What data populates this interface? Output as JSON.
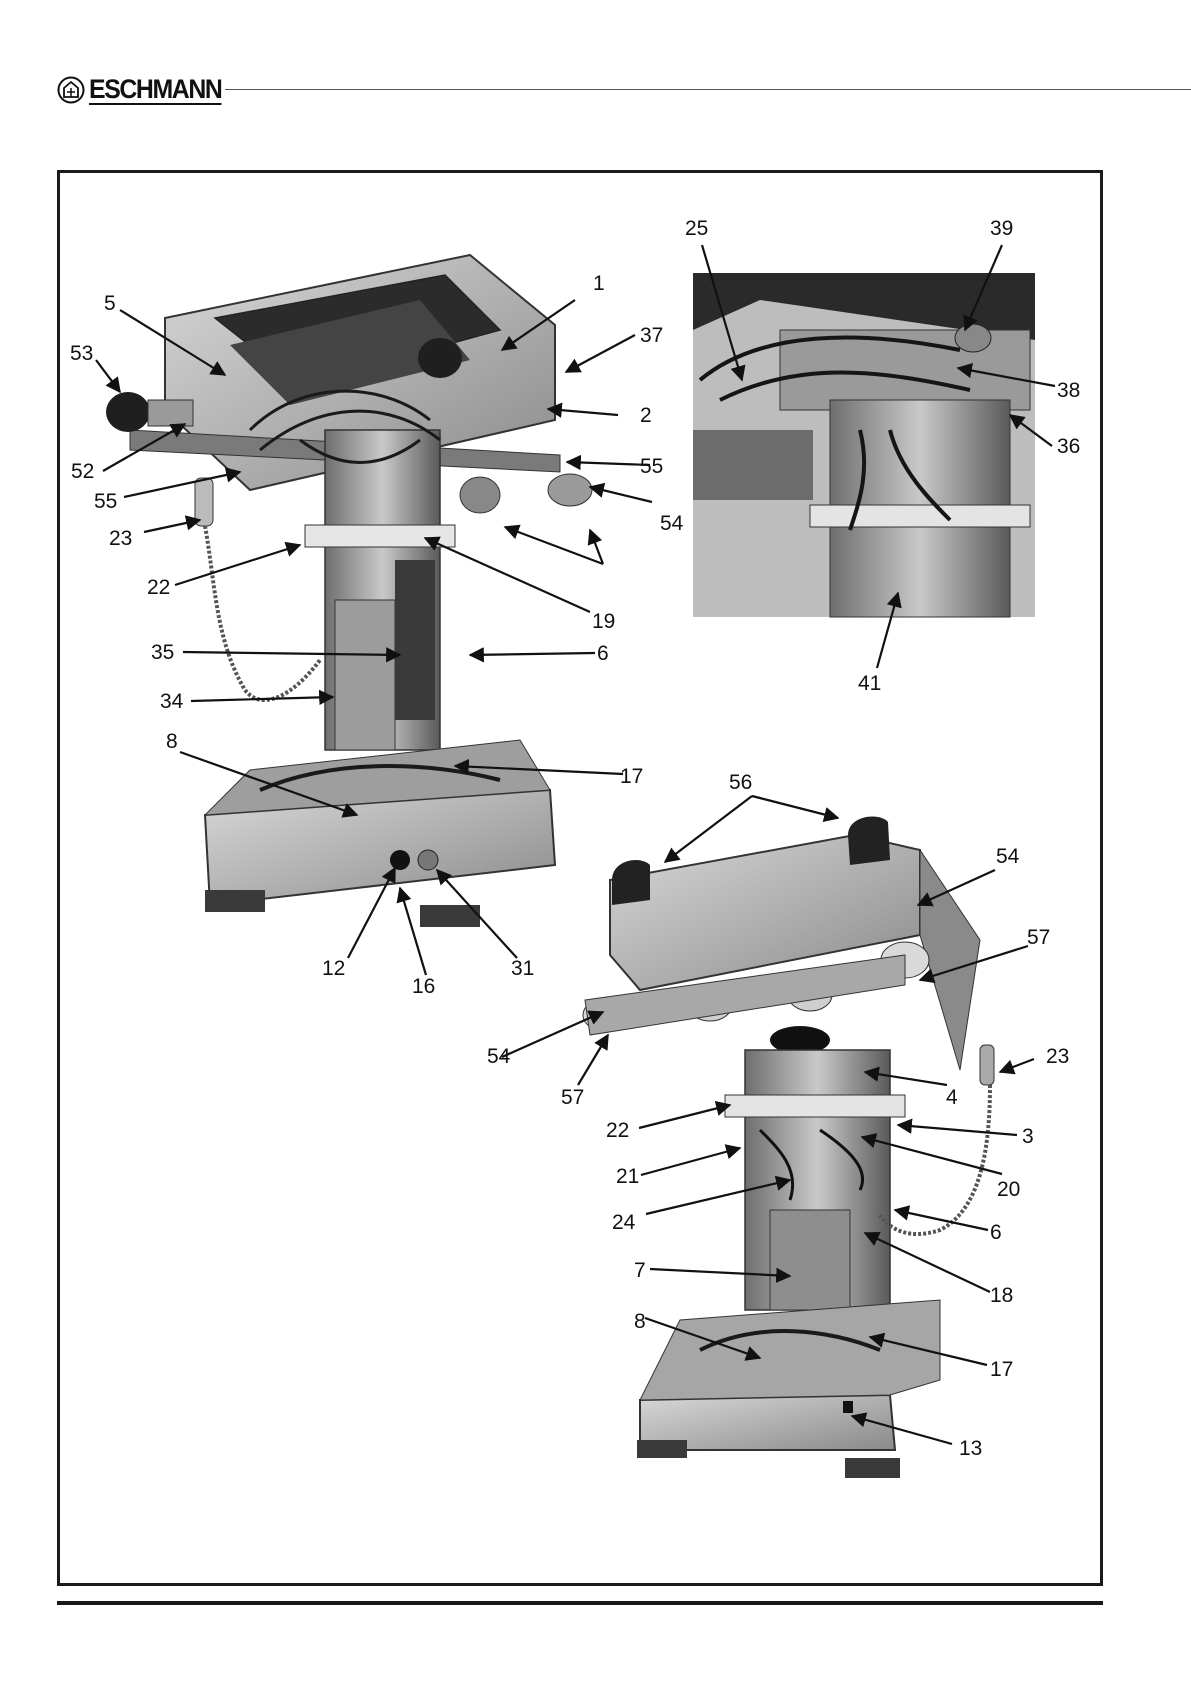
{
  "header": {
    "brand": "ESCHMANN"
  },
  "callouts": {
    "top_left_view": [
      "1",
      "2",
      "5",
      "6",
      "8",
      "12",
      "16",
      "17",
      "19",
      "22",
      "23",
      "31",
      "34",
      "35",
      "37",
      "52",
      "53",
      "54",
      "55",
      "55"
    ],
    "top_right_detail": [
      "25",
      "36",
      "38",
      "39",
      "41"
    ],
    "bottom_view": [
      "3",
      "4",
      "6",
      "7",
      "8",
      "13",
      "17",
      "18",
      "20",
      "21",
      "22",
      "23",
      "24",
      "54",
      "54",
      "56",
      "57",
      "57"
    ]
  }
}
